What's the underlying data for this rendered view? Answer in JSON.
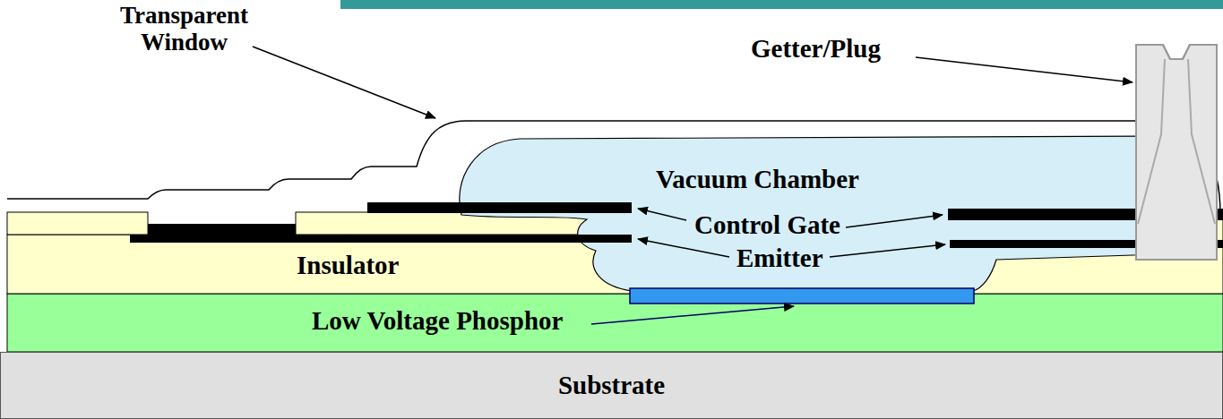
{
  "diagram": {
    "nodes": [
      {
        "text": [
          "Vacuum Chamber"
        ]
      },
      {
        "text": [
          "Insulator"
        ]
      },
      {
        "text": [
          "Substrate"
        ]
      }
    ],
    "labels": [
      "Transparent Window",
      "Getter/Plug",
      "Control Gate",
      "Emitter",
      "Low Voltage Phosphor"
    ]
  }
}
